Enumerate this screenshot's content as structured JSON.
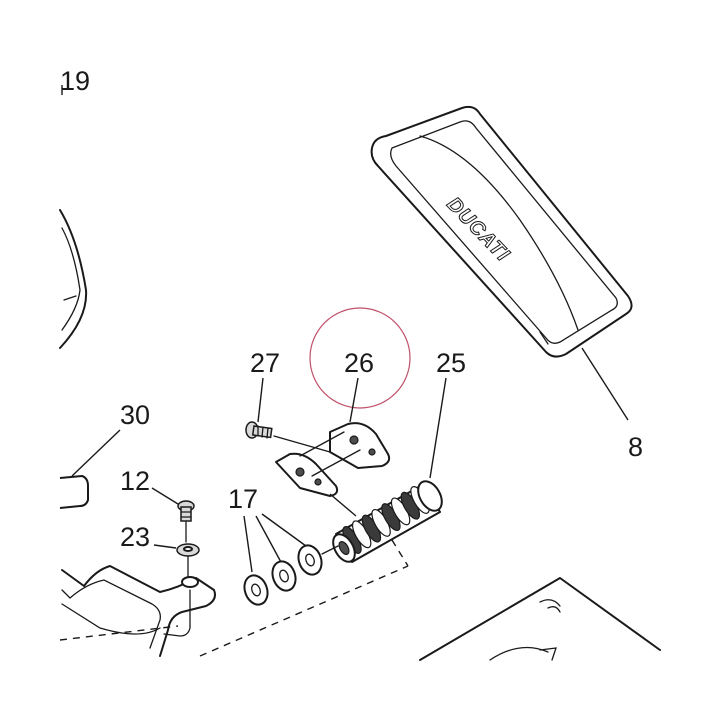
{
  "diagram": {
    "callouts": {
      "c19": "19",
      "c30": "30",
      "c12": "12",
      "c23": "23",
      "c17": "17",
      "c27": "27",
      "c26": "26",
      "c25": "25",
      "c8": "8"
    },
    "pad_logo_text": "DUCATI",
    "highlight_color": "#c0506a",
    "line_color": "#1a1a1a"
  }
}
